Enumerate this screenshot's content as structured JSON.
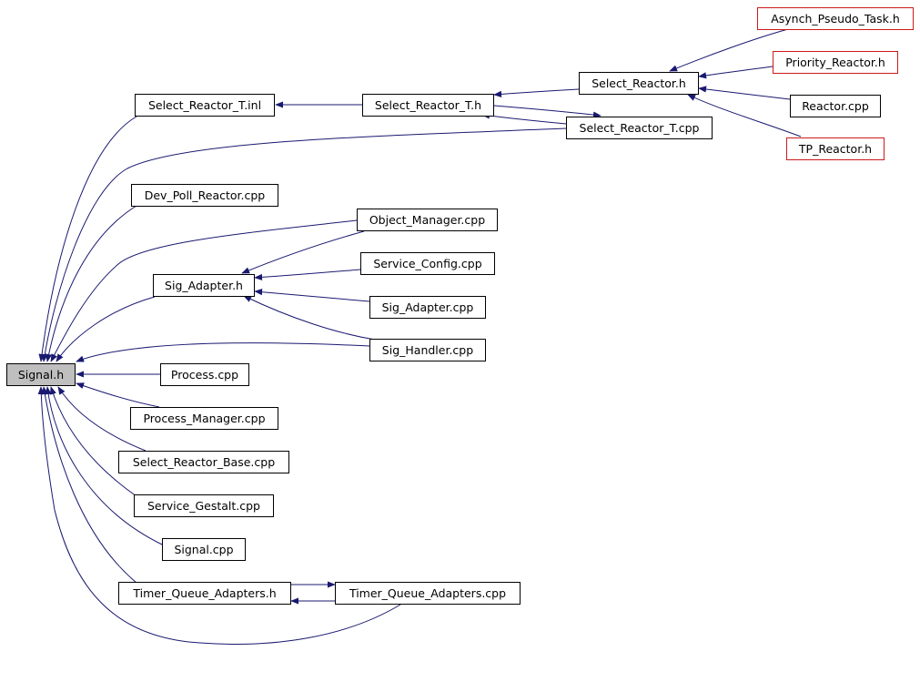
{
  "graph": {
    "root": "Signal.h",
    "nodes": {
      "signal_h": "Signal.h",
      "select_reactor_t_inl": "Select_Reactor_T.inl",
      "select_reactor_t_h": "Select_Reactor_T.h",
      "select_reactor_h": "Select_Reactor.h",
      "select_reactor_t_cpp": "Select_Reactor_T.cpp",
      "asynch_pseudo_task_h": "Asynch_Pseudo_Task.h",
      "priority_reactor_h": "Priority_Reactor.h",
      "reactor_cpp": "Reactor.cpp",
      "tp_reactor_h": "TP_Reactor.h",
      "dev_poll_reactor_cpp": "Dev_Poll_Reactor.cpp",
      "object_manager_cpp": "Object_Manager.cpp",
      "service_config_cpp": "Service_Config.cpp",
      "sig_adapter_h": "Sig_Adapter.h",
      "sig_adapter_cpp": "Sig_Adapter.cpp",
      "sig_handler_cpp": "Sig_Handler.cpp",
      "process_cpp": "Process.cpp",
      "process_manager_cpp": "Process_Manager.cpp",
      "select_reactor_base_cpp": "Select_Reactor_Base.cpp",
      "service_gestalt_cpp": "Service_Gestalt.cpp",
      "signal_cpp": "Signal.cpp",
      "timer_queue_adapters_h": "Timer_Queue_Adapters.h",
      "timer_queue_adapters_cpp": "Timer_Queue_Adapters.cpp"
    },
    "edges": [
      [
        "select_reactor_t_inl",
        "signal_h"
      ],
      [
        "select_reactor_t_cpp",
        "signal_h"
      ],
      [
        "dev_poll_reactor_cpp",
        "signal_h"
      ],
      [
        "object_manager_cpp",
        "signal_h"
      ],
      [
        "sig_adapter_h",
        "signal_h"
      ],
      [
        "sig_handler_cpp",
        "signal_h"
      ],
      [
        "process_cpp",
        "signal_h"
      ],
      [
        "process_manager_cpp",
        "signal_h"
      ],
      [
        "select_reactor_base_cpp",
        "signal_h"
      ],
      [
        "service_gestalt_cpp",
        "signal_h"
      ],
      [
        "signal_cpp",
        "signal_h"
      ],
      [
        "timer_queue_adapters_h",
        "signal_h"
      ],
      [
        "timer_queue_adapters_cpp",
        "signal_h"
      ],
      [
        "select_reactor_t_h",
        "select_reactor_t_inl"
      ],
      [
        "select_reactor_h",
        "select_reactor_t_h"
      ],
      [
        "select_reactor_t_cpp",
        "select_reactor_t_h"
      ],
      [
        "select_reactor_t_h",
        "select_reactor_t_cpp"
      ],
      [
        "asynch_pseudo_task_h",
        "select_reactor_h"
      ],
      [
        "priority_reactor_h",
        "select_reactor_h"
      ],
      [
        "reactor_cpp",
        "select_reactor_h"
      ],
      [
        "tp_reactor_h",
        "select_reactor_h"
      ],
      [
        "object_manager_cpp",
        "sig_adapter_h"
      ],
      [
        "service_config_cpp",
        "sig_adapter_h"
      ],
      [
        "sig_adapter_cpp",
        "sig_adapter_h"
      ],
      [
        "sig_handler_cpp",
        "sig_adapter_h"
      ],
      [
        "timer_queue_adapters_h",
        "timer_queue_adapters_cpp"
      ],
      [
        "timer_queue_adapters_cpp",
        "timer_queue_adapters_h"
      ]
    ],
    "colors": {
      "edge": "#191970",
      "red_border": "#cc1a1a",
      "root_fill": "#bfbfbf"
    }
  }
}
